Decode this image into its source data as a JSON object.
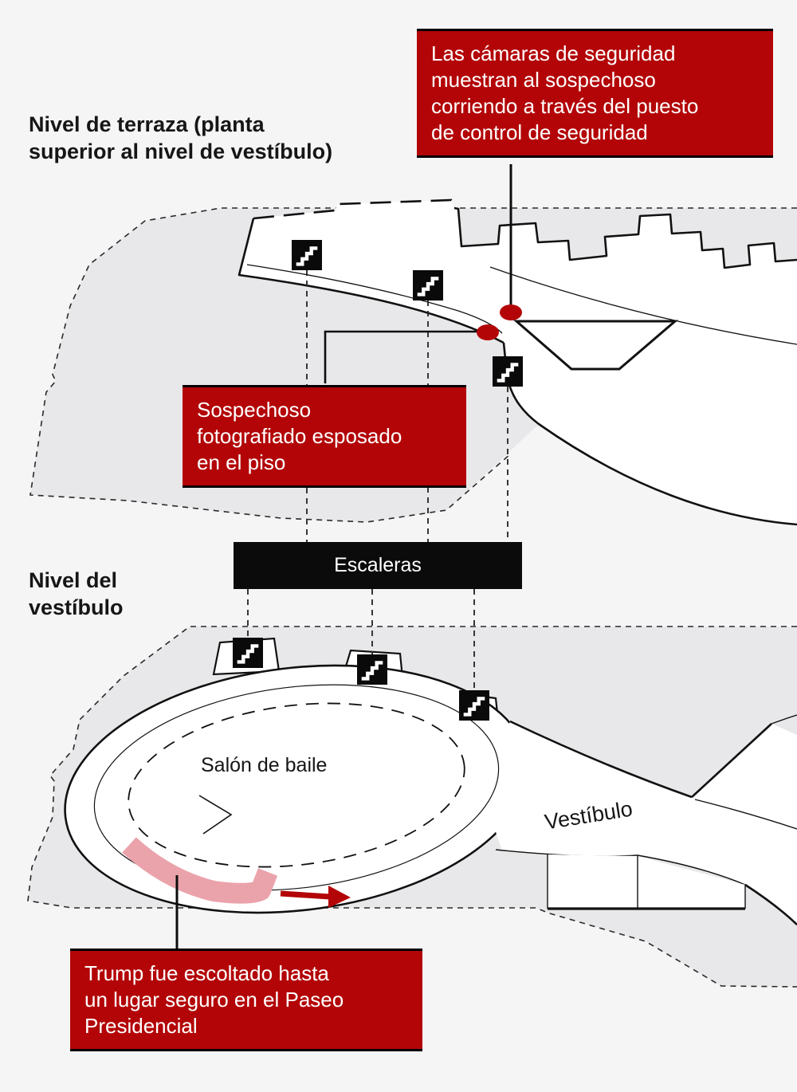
{
  "colors": {
    "bg": "#f5f5f6",
    "red": "#b30507",
    "pink": "#eba3ab",
    "ground": "#e8e8ea",
    "ink": "#141414",
    "box-text": "#ffffff"
  },
  "labels": {
    "terrace_level": "Nivel de terraza (planta\nsuperior al nivel de vestíbulo)",
    "lobby_level": "Nivel del\nvestíbulo",
    "stairs_box": "Escaleras",
    "ballroom": "Salón de baile",
    "lobby": "Vestíbulo"
  },
  "annotations": {
    "security_cameras": "Las cámaras de seguridad\nmuestran al sospechoso\ncorriendo a través del puesto\nde control de seguridad",
    "suspect_floor": "Sospechoso\nfotografiado esposado\nen el piso",
    "trump_escape": "Trump fue escoltado hasta\nun lugar seguro en el Paseo\nPresidencial"
  },
  "icons": {
    "stairs": "stairs-icon",
    "location_dot": "suspect-location-dot",
    "escape_arrow": "escape-route-arrow"
  }
}
